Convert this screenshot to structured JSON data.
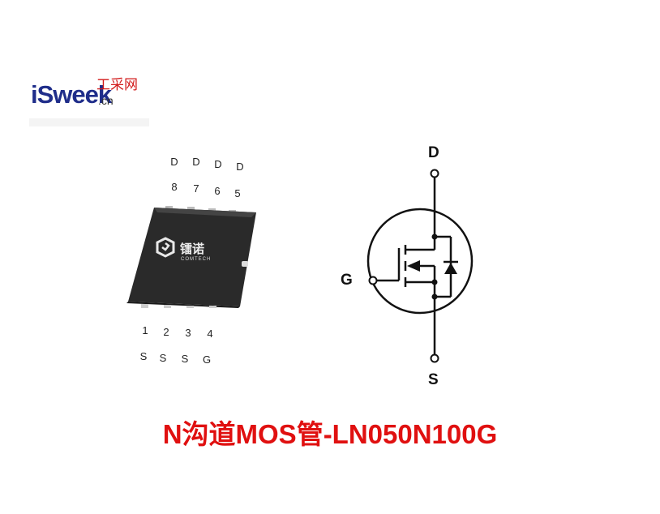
{
  "logo": {
    "main": "iSweek",
    "suffix": ".cn",
    "cjk": "工采网"
  },
  "package": {
    "brand_cn": "镭诺",
    "brand_en": "COMTECH",
    "top_pin_labels": [
      "D",
      "D",
      "D",
      "D"
    ],
    "top_pin_numbers": [
      "8",
      "7",
      "6",
      "5"
    ],
    "bottom_pin_numbers": [
      "1",
      "2",
      "3",
      "4"
    ],
    "bottom_pin_labels": [
      "S",
      "S",
      "S",
      "G"
    ]
  },
  "symbol": {
    "drain": "D",
    "gate": "G",
    "source": "S"
  },
  "caption": "N沟道MOS管-LN050N100G",
  "colors": {
    "caption": "#e01010",
    "logo_blue": "#1f2d8a",
    "logo_red": "#d21a1a",
    "chip_body": "#2b2b2b"
  }
}
